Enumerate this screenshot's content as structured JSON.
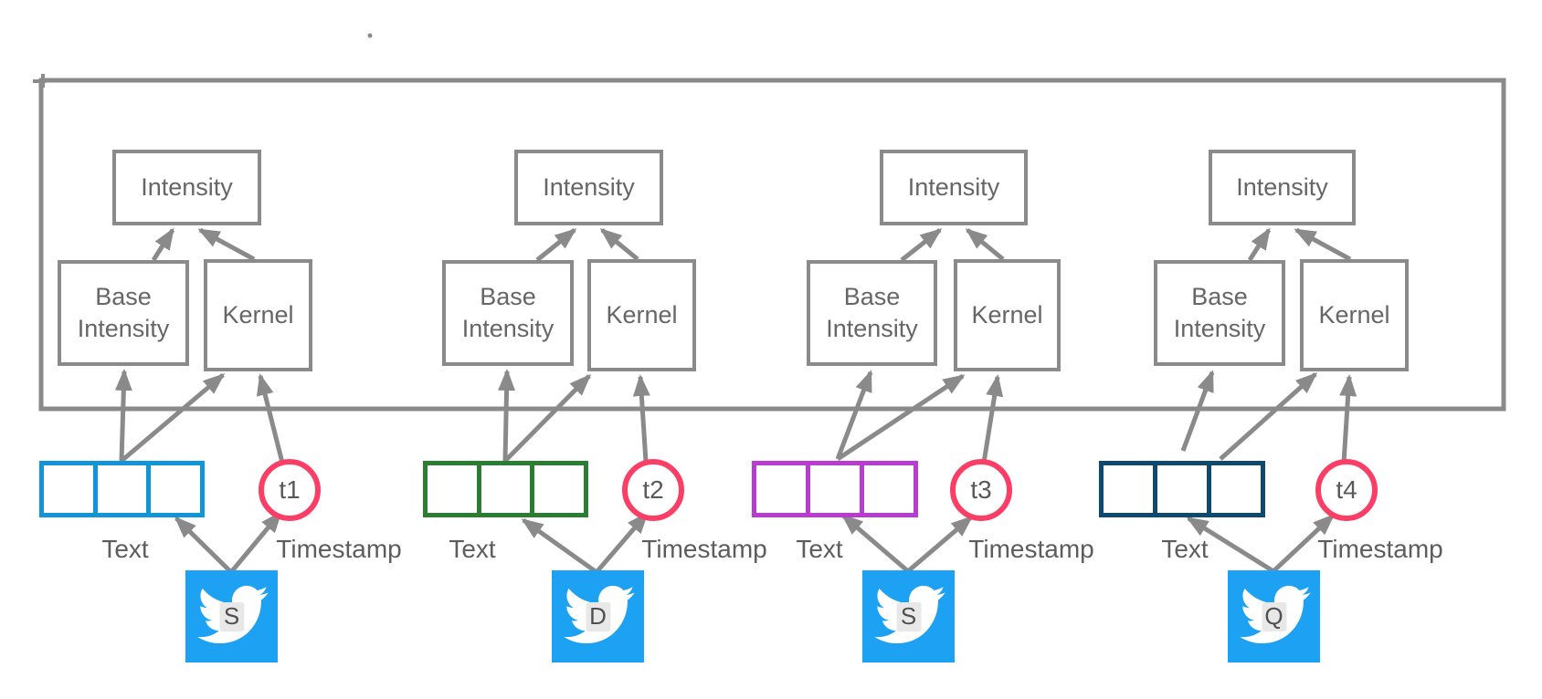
{
  "colors": {
    "wire_gray": "#8a8a8a",
    "box_text_gray": "#666666",
    "label_gray": "#5d5d5d",
    "circle_pink": "#fb3e66",
    "tweet_blue": "#1da1f2",
    "badge_gray": "#e8e8e8"
  },
  "units": [
    {
      "intensity_label": "Intensity",
      "base_intensity_label": "Base Intensity",
      "kernel_label": "Kernel",
      "text_label": "Text",
      "timestamp_label": "Timestamp",
      "time_circle_label": "t1",
      "tweet_letter": "S",
      "row_color": "#1095d6"
    },
    {
      "intensity_label": "Intensity",
      "base_intensity_label": "Base Intensity",
      "kernel_label": "Kernel",
      "text_label": "Text",
      "timestamp_label": "Timestamp",
      "time_circle_label": "t2",
      "tweet_letter": "D",
      "row_color": "#2b7d31"
    },
    {
      "intensity_label": "Intensity",
      "base_intensity_label": "Base Intensity",
      "kernel_label": "Kernel",
      "text_label": "Text",
      "timestamp_label": "Timestamp",
      "time_circle_label": "t3",
      "tweet_letter": "S",
      "row_color": "#b93cd1"
    },
    {
      "intensity_label": "Intensity",
      "base_intensity_label": "Base Intensity",
      "kernel_label": "Kernel",
      "text_label": "Text",
      "timestamp_label": "Timestamp",
      "time_circle_label": "t4",
      "tweet_letter": "Q",
      "row_color": "#10496f"
    }
  ]
}
